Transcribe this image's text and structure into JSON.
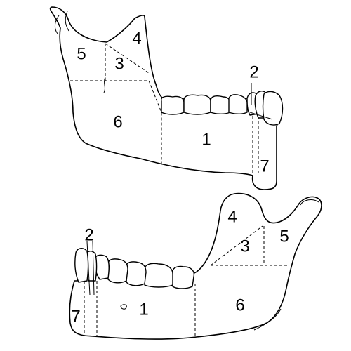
{
  "upper_view": {
    "labels": {
      "r1": "1",
      "r2": "2",
      "r3": "3",
      "r4": "4",
      "r5": "5",
      "r6": "6",
      "r7": "7"
    }
  },
  "lower_view": {
    "labels": {
      "r1": "1",
      "r2": "2",
      "r3": "3",
      "r4": "4",
      "r5": "5",
      "r6": "6",
      "r7": "7"
    }
  }
}
